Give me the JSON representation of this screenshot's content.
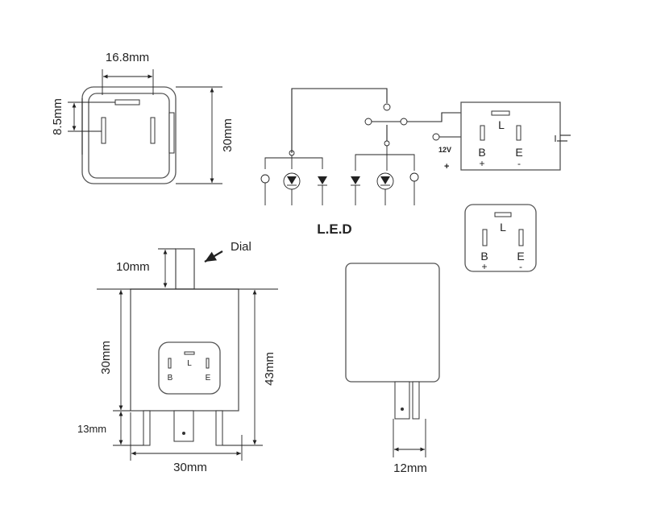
{
  "top_left": {
    "width_label": "16.8mm",
    "pin_label": "8.5mm",
    "height_label": "30mm"
  },
  "circuit": {
    "voltage_label": "12V",
    "plus_label": "+",
    "led_label": "L.E.D"
  },
  "terminals": {
    "L": "L",
    "B": "B",
    "E": "E",
    "B_sign": "+",
    "E_sign": "-"
  },
  "front_view": {
    "dial_label": "Dial",
    "dial_height_label": "10mm",
    "body_height_label": "30mm",
    "total_height_label": "43mm",
    "pin_length_label": "13mm",
    "width_label": "30mm"
  },
  "side_view": {
    "width_label": "12mm"
  }
}
